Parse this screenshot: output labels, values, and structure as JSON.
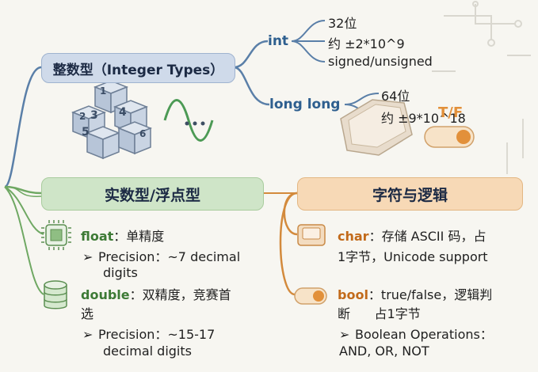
{
  "integer": {
    "header": "整数型（Integer Types）",
    "int": {
      "keyword": "int",
      "lines": [
        "32位",
        "约 ±2*10^9",
        "signed/unsigned"
      ]
    },
    "longlong": {
      "keyword": "long long",
      "lines": [
        "64位",
        "约 ±9*10^18"
      ]
    },
    "cube_digits": [
      "1",
      "2",
      "3",
      "4",
      "5",
      "6"
    ]
  },
  "real": {
    "header": "实数型/浮点型",
    "float": {
      "keyword": "float",
      "desc": "：单精度",
      "bullet_l1": "Precision：~7 decimal",
      "bullet_l2": "digits"
    },
    "double": {
      "keyword": "double",
      "desc_l1": "：双精度，竞赛首",
      "desc_l2": "选",
      "bullet_l1": "Precision：~15-17",
      "bullet_l2": "decimal digits"
    }
  },
  "charlogic": {
    "header": "字符与逻辑",
    "toggle_label": "T/F",
    "char": {
      "keyword": "char",
      "desc_l1": "：存储 ASCII 码，占",
      "desc_l2": "1字节，Unicode support"
    },
    "bool": {
      "keyword": "bool",
      "desc_l1": "：true/false，逻辑判",
      "desc_l2": "断      占1字节",
      "bullet_l1": "Boolean Operations：",
      "bullet_l2": "AND, OR, NOT"
    }
  },
  "bullet_symbol": "➢",
  "colors": {
    "int_branch": "#5a7fa8",
    "real_branch": "#6fa863",
    "char_branch": "#d38a3c"
  }
}
